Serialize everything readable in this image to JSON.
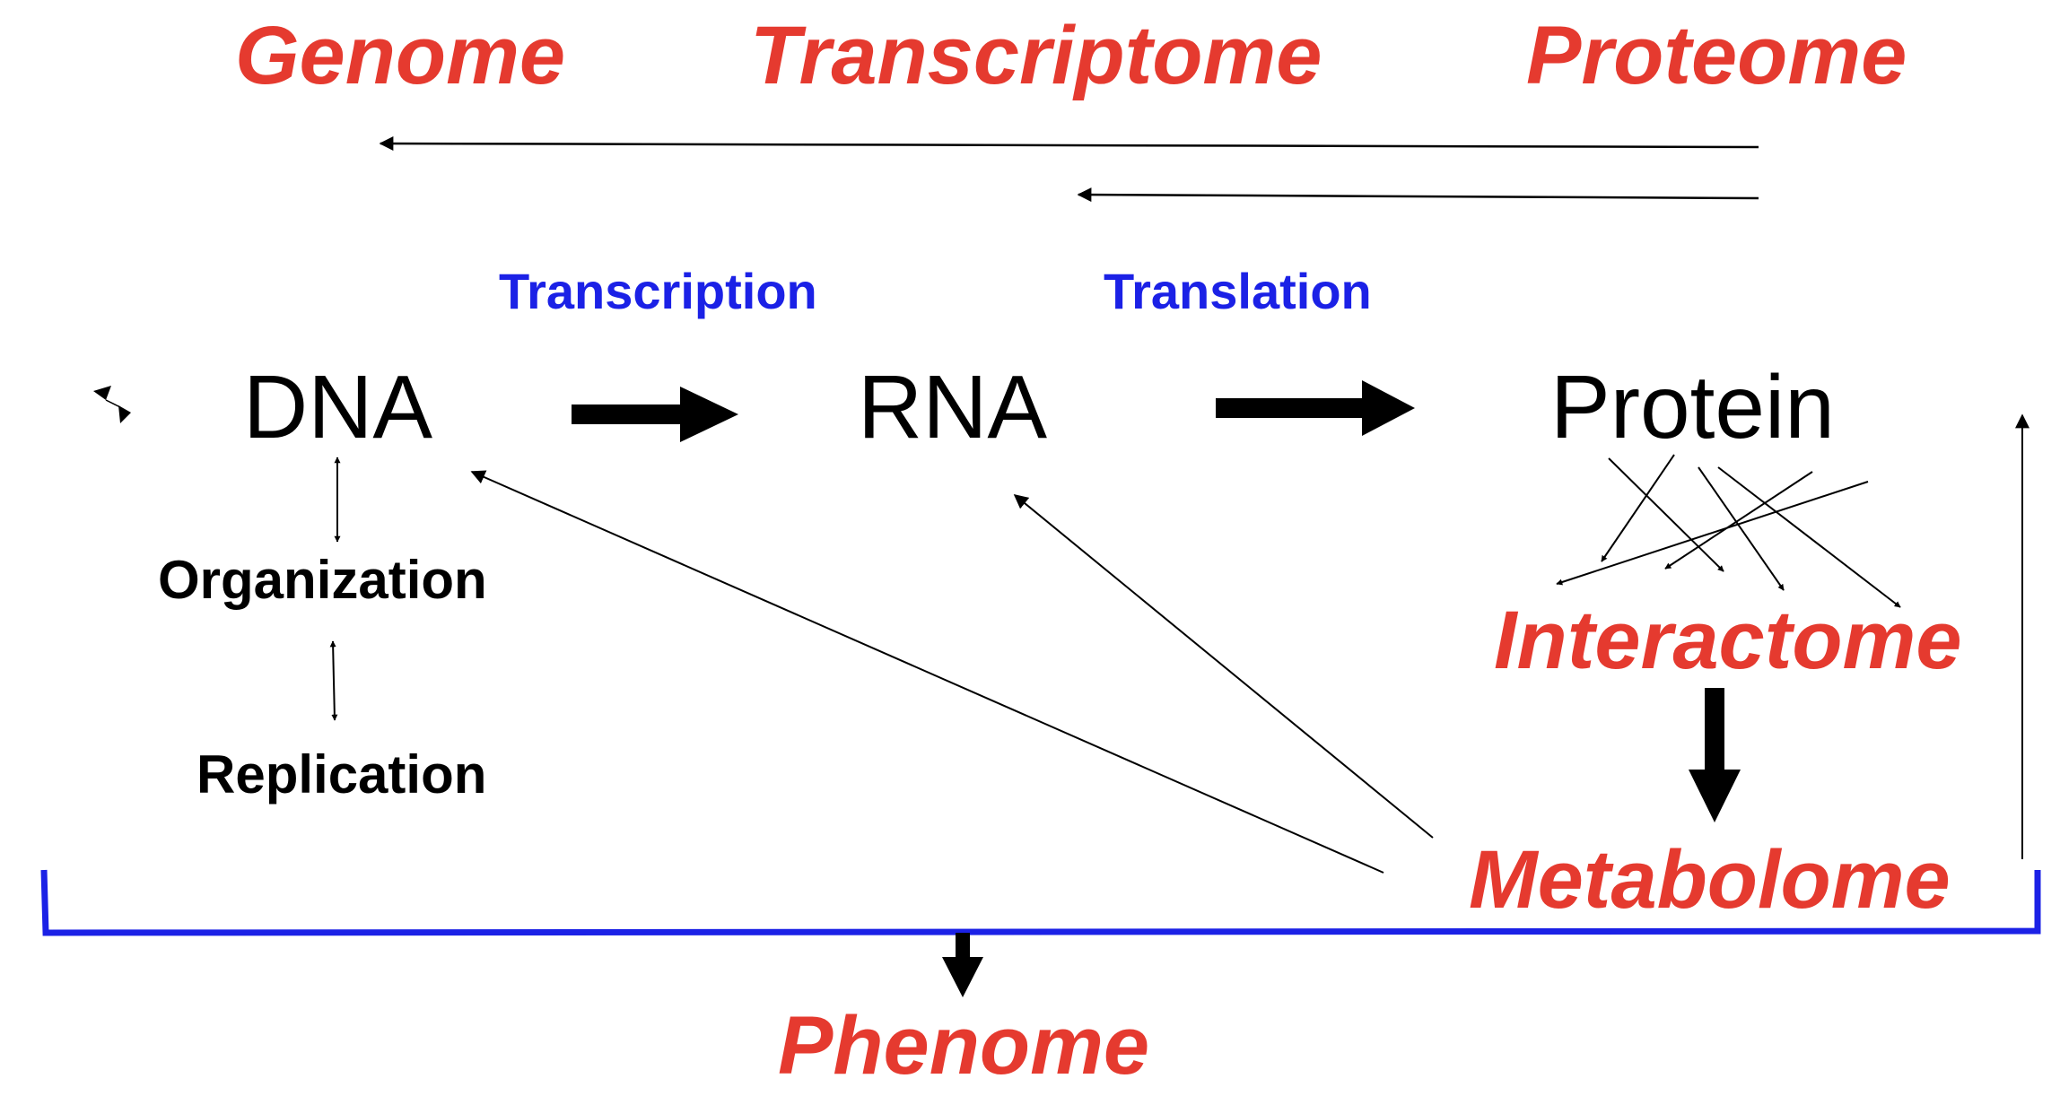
{
  "colors": {
    "omics": "#e53a2f",
    "process": "#1b21e6",
    "molecule": "#000000",
    "bracket": "#1b21e6"
  },
  "omics": {
    "genome": "Genome",
    "transcriptome": "Transcriptome",
    "proteome": "Proteome",
    "interactome": "Interactome",
    "metabolome": "Metabolome",
    "phenome": "Phenome"
  },
  "processes": {
    "transcription": "Transcription",
    "translation": "Translation"
  },
  "molecules": {
    "dna": "DNA",
    "rna": "RNA",
    "protein": "Protein"
  },
  "dna_processes": {
    "organization": "Organization",
    "replication": "Replication"
  }
}
